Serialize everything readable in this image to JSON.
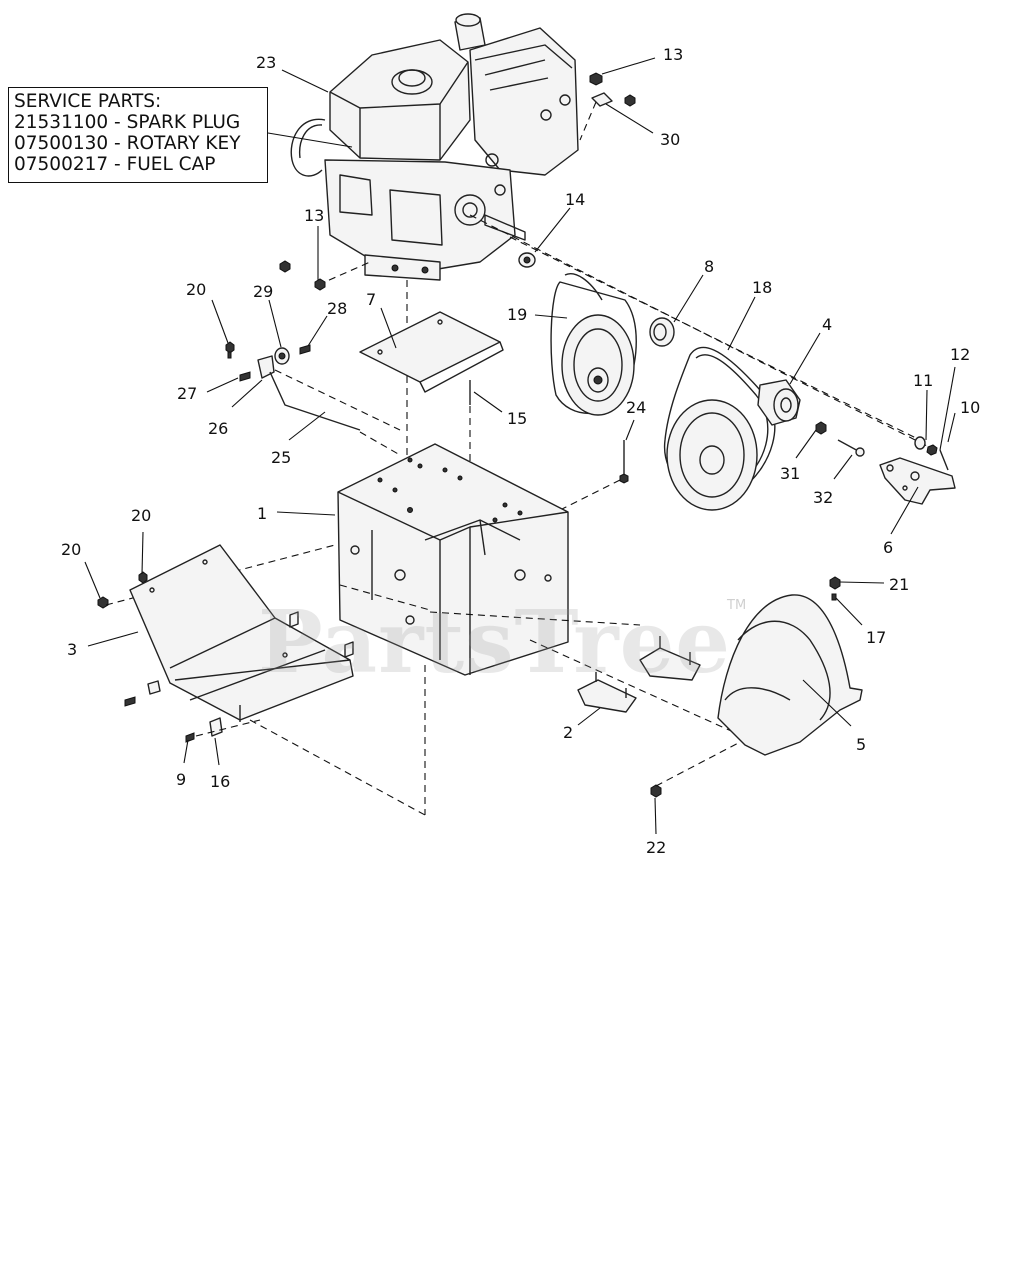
{
  "service_parts": {
    "heading": "SERVICE PARTS:",
    "items": [
      "21531100 - SPARK PLUG",
      "07500130 - ROTARY KEY",
      "07500217 - FUEL CAP"
    ]
  },
  "watermark": {
    "text": "PartsTree",
    "tm": "TM"
  },
  "callouts": {
    "c23": "23",
    "c13a": "13",
    "c30": "30",
    "c13b": "13",
    "c14": "14",
    "c8": "8",
    "c18": "18",
    "c19": "19",
    "c4": "4",
    "c12": "12",
    "c11": "11",
    "c10": "10",
    "c20a": "20",
    "c29": "29",
    "c28": "28",
    "c7": "7",
    "c27": "27",
    "c26": "26",
    "c15": "15",
    "c25": "25",
    "c24": "24",
    "c31": "31",
    "c32": "32",
    "c6": "6",
    "c1": "1",
    "c20b": "20",
    "c20c": "20",
    "c3": "3",
    "c21": "21",
    "c17": "17",
    "c2": "2",
    "c5": "5",
    "c9": "9",
    "c16": "16",
    "c22": "22"
  }
}
